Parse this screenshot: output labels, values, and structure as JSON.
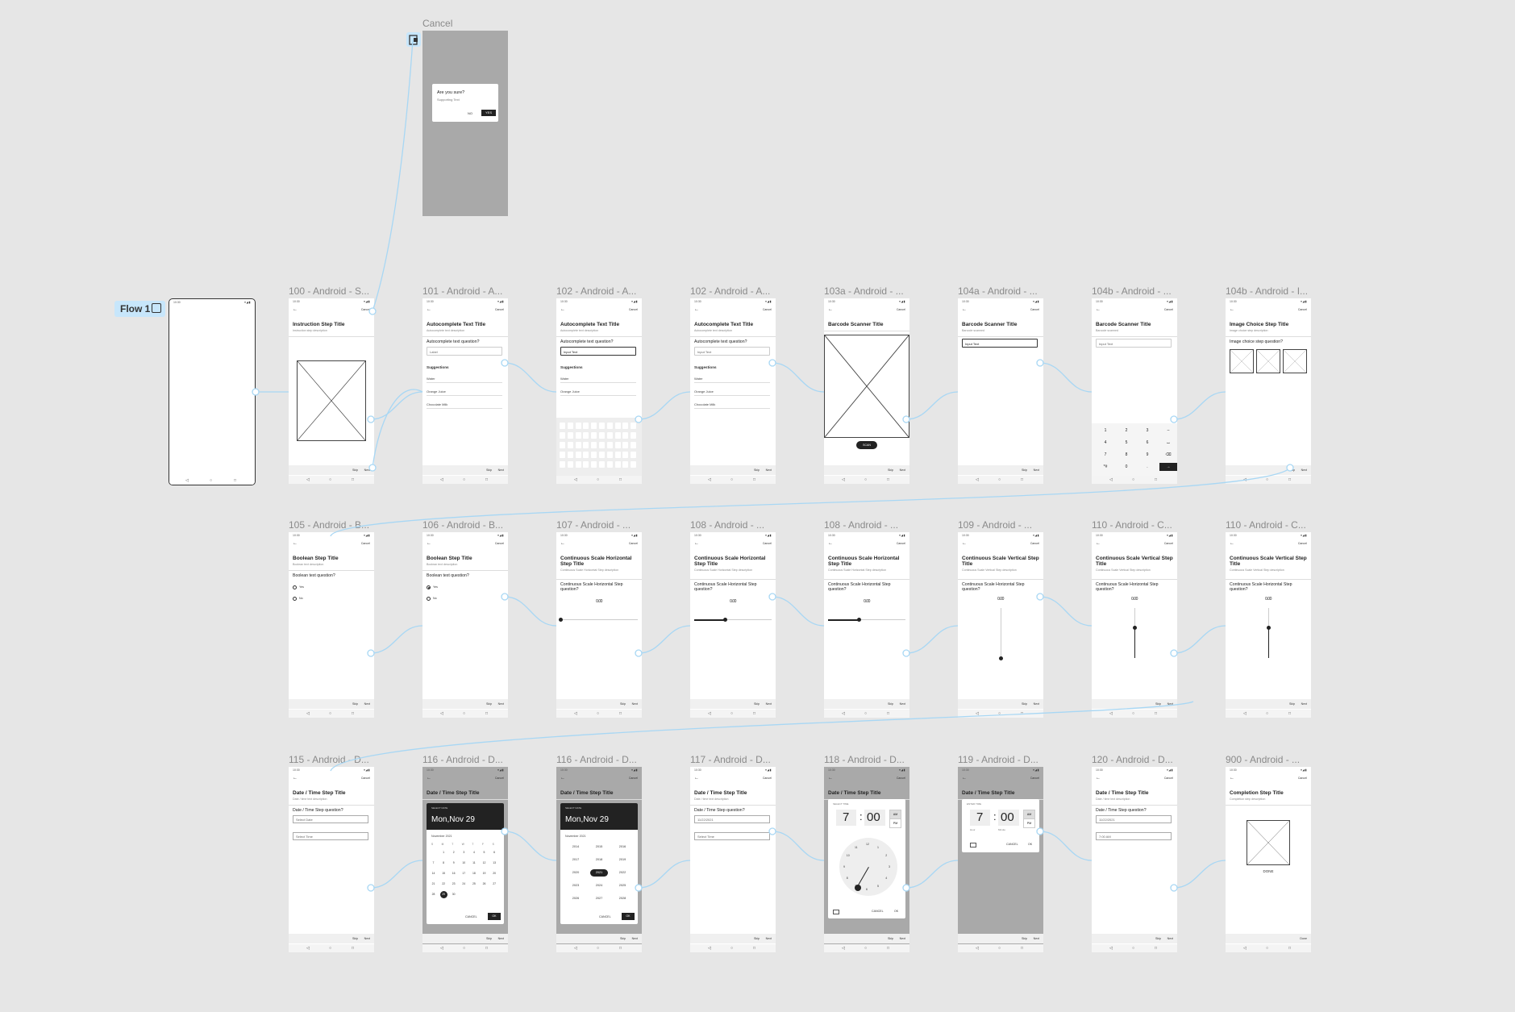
{
  "flow": {
    "label": "Flow 1"
  },
  "cancel_frame": {
    "label": "Cancel",
    "dialog_title": "Are you sure?",
    "dialog_text": "Supporting Text",
    "dialog_no": "NO",
    "dialog_yes": "YES"
  },
  "common": {
    "status_time": "10:30",
    "status_icons": "▾◢▮",
    "back": "←",
    "cancel": "Cancel",
    "skip": "Skip",
    "next": "Next",
    "done": "Done",
    "nav_back": "◁",
    "nav_home": "○",
    "nav_recent": "□"
  },
  "frames": [
    {
      "label": "100 - Android - S...",
      "title": "Instruction Step Title",
      "desc": "Instruction step description"
    },
    {
      "label": "101 - Android - A...",
      "title": "Autocomplete Text Title",
      "desc": "Autocomplete text description",
      "question": "Autocomplete text question?",
      "input": "Label",
      "suggestions_heading": "Suggestions",
      "suggestions": [
        "Water",
        "Orange Juice",
        "Chocolate Milk"
      ]
    },
    {
      "label": "102 - Android - A...",
      "title": "Autocomplete Text Title",
      "desc": "Autocomplete text description",
      "question": "Autocomplete text question?",
      "input": "Input Text",
      "suggestions_heading": "Suggestions",
      "suggestions": [
        "Water",
        "Orange Juice"
      ]
    },
    {
      "label": "102 - Android - A...",
      "title": "Autocomplete Text Title",
      "desc": "Autocomplete text description",
      "question": "Autocomplete text question?",
      "input": "Input Text",
      "suggestions_heading": "Suggestions",
      "suggestions": [
        "Water",
        "Orange Juice",
        "Chocolate Milk"
      ]
    },
    {
      "label": "103a - Android - ...",
      "title": "Barcode Scanner Title",
      "scan_button": "SCAN"
    },
    {
      "label": "104a - Android - ...",
      "title": "Barcode Scanner Title",
      "desc": "Barcode scanned",
      "input": "Input Text"
    },
    {
      "label": "104b - Android - ...",
      "title": "Barcode Scanner Title",
      "desc": "Barcode scanned",
      "input": "Input Text",
      "keys": [
        "1",
        "2",
        "3",
        "–",
        "4",
        "5",
        "6",
        "⌴",
        "7",
        "8",
        "9",
        "⌫",
        "*#",
        "0",
        ".",
        "→"
      ]
    },
    {
      "label": "104b - Android - I...",
      "title": "Image Choice Step Title",
      "desc": "Image choice step description",
      "question": "Image choice step question?"
    },
    {
      "label": "105 - Android - B...",
      "title": "Boolean Step Title",
      "desc": "Boolean text description",
      "question": "Boolean text question?",
      "yes": "Yes",
      "no": "No"
    },
    {
      "label": "106 - Android - B...",
      "title": "Boolean Step Title",
      "desc": "Boolean text description",
      "question": "Boolean text question?",
      "yes": "Yes",
      "no": "No"
    },
    {
      "label": "107 - Android - ...",
      "title": "Continuous Scale Horizontal Step Title",
      "desc": "Continuous Scale Horizontal Step description",
      "question": "Continuous Scale Horizontal Step question?",
      "value": "0.00",
      "level": 0
    },
    {
      "label": "108 - Android - ...",
      "title": "Continuous Scale Horizontal Step Title",
      "desc": "Continuous Scale Horizontal Step description",
      "question": "Continuous Scale Horizontal Step question?",
      "value": "0.00",
      "level": 0.4
    },
    {
      "label": "108 - Android - ...",
      "title": "Continuous Scale Horizontal Step Title",
      "desc": "Continuous Scale Horizontal Step description",
      "question": "Continuous Scale Horizontal Step question?",
      "value": "0.00",
      "level": 0.4
    },
    {
      "label": "109 - Android - ...",
      "title": "Continuous Scale Vertical Step Title",
      "desc": "Continuous Scale Vertical Step description",
      "question": "Continuous Scale Horizontal Step question?",
      "value": "0.00",
      "level": 0
    },
    {
      "label": "110 - Android - C...",
      "title": "Continuous Scale Vertical Step Title",
      "desc": "Continuous Scale Vertical Step description",
      "question": "Continuous Scale Horizontal Step question?",
      "value": "0.00",
      "level": 0.6
    },
    {
      "label": "110 - Android - C...",
      "title": "Continuous Scale Vertical Step Title",
      "desc": "Continuous Scale Vertical Step description",
      "question": "Continuous Scale Horizontal Step question?",
      "value": "0.00",
      "level": 0.6
    },
    {
      "label": "115 - Android - D...",
      "title": "Date / Time Step Title",
      "desc": "Date / time text description",
      "question": "Date / Time Step question?",
      "date_placeholder": "Select Date",
      "time_placeholder": "Select Time"
    },
    {
      "label": "116 - Android - D...",
      "title": "Date / Time Step Title",
      "picker_header": "SELECT DATE",
      "picker_date": "Mon,Nov 29",
      "picker_month": "November 2021",
      "weekdays": [
        "S",
        "M",
        "T",
        "W",
        "T",
        "F",
        "S"
      ],
      "days": [
        "",
        "1",
        "2",
        "3",
        "4",
        "5",
        "6",
        "7",
        "8",
        "9",
        "10",
        "11",
        "12",
        "13",
        "14",
        "15",
        "16",
        "17",
        "18",
        "19",
        "20",
        "21",
        "22",
        "23",
        "24",
        "25",
        "26",
        "27",
        "28",
        "29",
        "30",
        "",
        "",
        "",
        ""
      ],
      "picker_cancel": "CANCEL",
      "picker_ok": "OK"
    },
    {
      "label": "116 - Android - D...",
      "title": "Date / Time Step Title",
      "picker_header": "SELECT DATE",
      "picker_date": "Mon,Nov 29",
      "picker_month": "November 2021",
      "years": [
        "2014",
        "2015",
        "2016",
        "2017",
        "2018",
        "2019",
        "2020",
        "2021",
        "2022",
        "2023",
        "2024",
        "2025",
        "2026",
        "2027",
        "2028"
      ],
      "picker_cancel": "CANCEL",
      "picker_ok": "OK"
    },
    {
      "label": "117 - Android - D...",
      "title": "Date / Time Step Title",
      "desc": "Date / time text description",
      "question": "Date / Time Step question?",
      "date_value": "11/22/2021",
      "time_placeholder": "Select Time"
    },
    {
      "label": "118 - Android - D...",
      "title": "Date / Time Step Title",
      "picker_header": "SELECT TIME",
      "hour": "7",
      "minute": "00",
      "am": "AM",
      "pm": "PM",
      "clock_numbers": [
        "12",
        "1",
        "2",
        "3",
        "4",
        "5",
        "6",
        "7",
        "8",
        "9",
        "10",
        "11"
      ],
      "picker_cancel": "CANCEL",
      "picker_ok": "OK"
    },
    {
      "label": "119 - Android - D...",
      "title": "Date / Time Step Title",
      "picker_header": "ENTER TIME",
      "hour": "7",
      "minute": "00",
      "am": "AM",
      "pm": "PM",
      "hour_label": "Hour",
      "minute_label": "Minute",
      "picker_cancel": "CANCEL",
      "picker_ok": "OK"
    },
    {
      "label": "120 - Android - D...",
      "title": "Date / Time Step Title",
      "desc": "Date / time text description",
      "question": "Date / Time Step question?",
      "date_value": "11/22/2021",
      "time_value": "7:00 AM"
    },
    {
      "label": "900 - Android - ...",
      "title": "Completion Step Title",
      "desc": "Completion step description",
      "done_label": "DONE"
    }
  ],
  "colors": {
    "canvas": "#e6e6e6",
    "wire": "#a8d7f4",
    "flow_tag": "#c7e6fb",
    "overlay": "#a9a9a9"
  }
}
